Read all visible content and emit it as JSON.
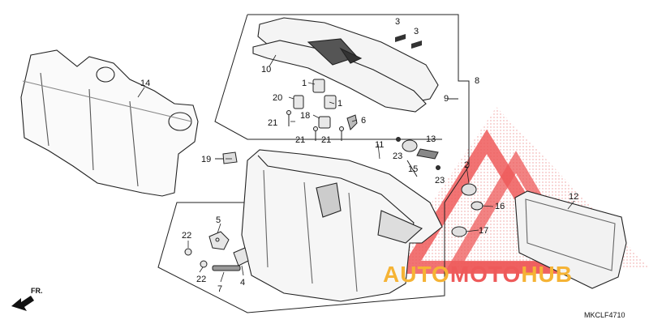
{
  "diagram_code": "MKCLF4710",
  "front_indicator": "FR.",
  "watermark": {
    "part1": "AUTO",
    "part2": "MOTO",
    "part3": "HUB",
    "color_primary": "#f5b335",
    "color_secondary": "#ee5a5a"
  },
  "parts": {
    "p1a": "1",
    "p1b": "1",
    "p2": "2",
    "p3a": "3",
    "p3b": "3",
    "p4": "4",
    "p5": "5",
    "p6": "6",
    "p7": "7",
    "p8": "8",
    "p9": "9",
    "p10": "10",
    "p11": "11",
    "p12": "12",
    "p13": "13",
    "p14": "14",
    "p15": "15",
    "p16": "16",
    "p17": "17",
    "p18": "18",
    "p19": "19",
    "p20": "20",
    "p21a": "21",
    "p21b": "21",
    "p21c": "21",
    "p22a": "22",
    "p22b": "22",
    "p23a": "23",
    "p23b": "23"
  },
  "icons": {
    "front_arrow": "arrow-front-icon",
    "watermark_logo": "triangle-logo-icon"
  }
}
